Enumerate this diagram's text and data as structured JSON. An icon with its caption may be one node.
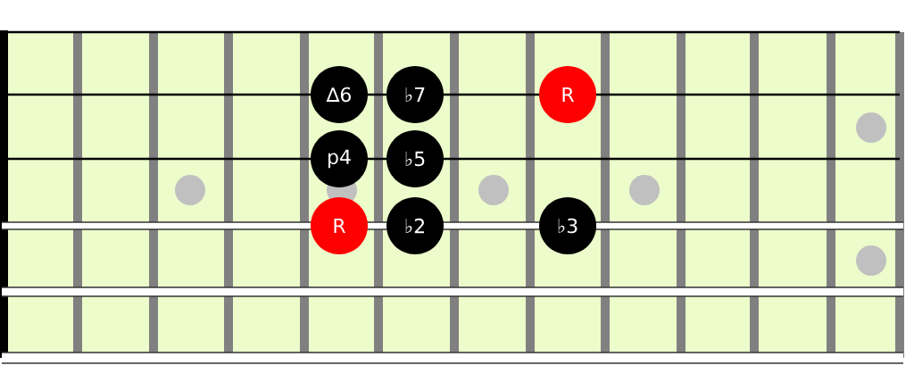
{
  "diagram": {
    "nodes": [
      {
        "text": [
          "∆6"
        ]
      },
      {
        "text": [
          "♭7"
        ]
      },
      {
        "text": [
          "R"
        ]
      },
      {
        "text": [
          "p4"
        ]
      },
      {
        "text": [
          "♭5"
        ]
      },
      {
        "text": [
          "R"
        ]
      },
      {
        "text": [
          "♭2"
        ]
      },
      {
        "text": [
          "♭3"
        ]
      }
    ]
  }
}
